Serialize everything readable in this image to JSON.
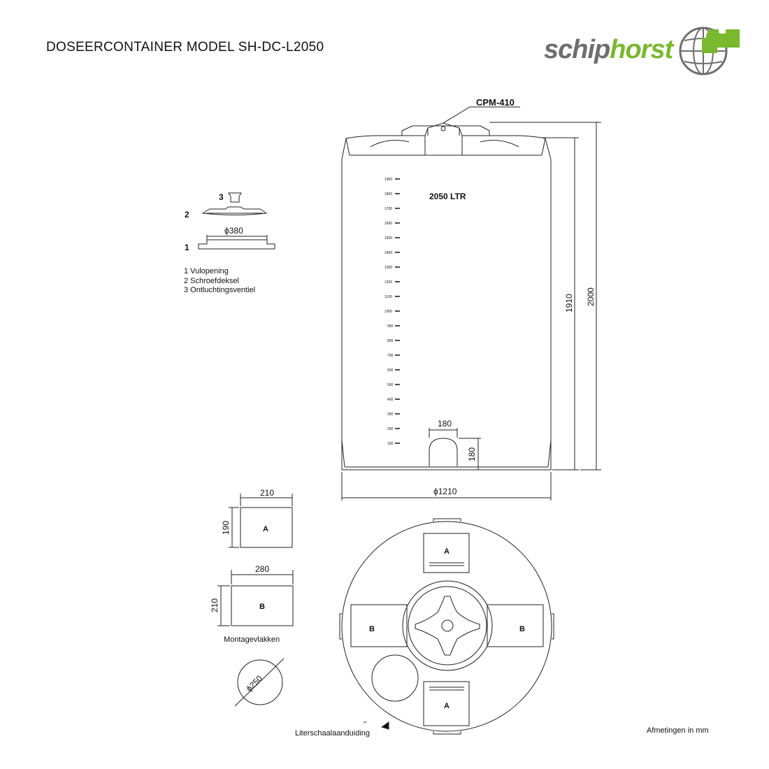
{
  "title": "DOSEERCONTAINER MODEL SH-DC-L2050",
  "logo": {
    "part1": "schip",
    "part2": "horst",
    "colors": {
      "gray": "#6e6e6e",
      "green": "#7ab82d"
    }
  },
  "tank": {
    "top_label": "CPM-410",
    "capacity_label": "2050 LTR",
    "scale_marks": [
      "1960",
      "1800",
      "1700",
      "1600",
      "1500",
      "1400",
      "1300",
      "1200",
      "1100",
      "1000",
      "900",
      "800",
      "700",
      "600",
      "500",
      "400",
      "300",
      "200",
      "100"
    ],
    "outlet_width": "180",
    "outlet_height": "180",
    "diameter": "ϕ1210",
    "height_inner": "1910",
    "height_total": "2000"
  },
  "parts": {
    "num1": "1",
    "num2": "2",
    "num3": "3",
    "diameter": "ϕ380",
    "legend": [
      "1 Vulopening",
      "2 Schroefdeksel",
      "3 Ontluchtingsventiel"
    ]
  },
  "mounting": {
    "a_width": "210",
    "a_height": "190",
    "a_label": "A",
    "b_width": "280",
    "b_height": "210",
    "b_label": "B",
    "caption": "Montagevlakken",
    "circle_diameter": "ϕ250"
  },
  "topview": {
    "label_a": "A",
    "label_b": "B"
  },
  "scale_indicator": "Literschaalaanduiding",
  "units_note": "Afmetingen in mm"
}
